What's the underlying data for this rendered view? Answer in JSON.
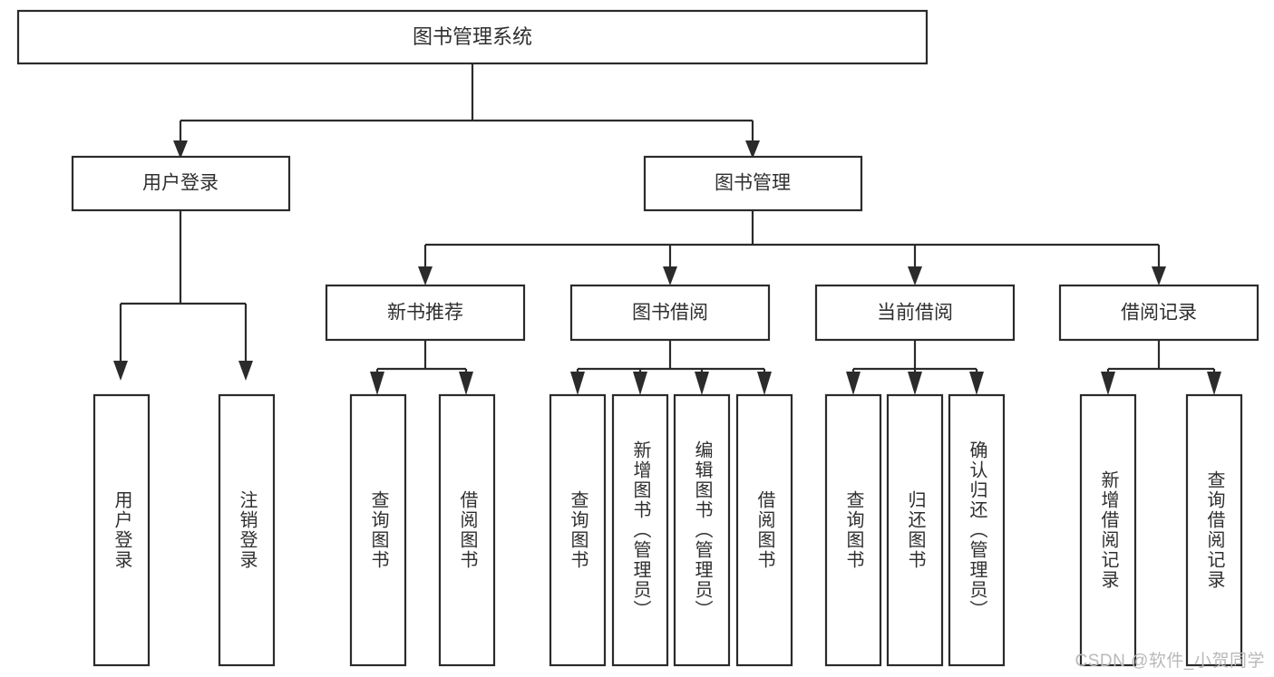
{
  "diagram": {
    "type": "tree-hierarchy-chart",
    "title": "图书管理系统",
    "watermark": "CSDN @软件_小贺同学",
    "colors": {
      "stroke": "#2b2b2b",
      "box_fill": "#ffffff",
      "text": "#2f2f2f",
      "background": "#ffffff",
      "watermark": "#b9b9b9"
    },
    "root": {
      "label": "图书管理系统"
    },
    "level2": [
      {
        "id": "user-login",
        "label": "用户登录"
      },
      {
        "id": "book-manage",
        "label": "图书管理"
      }
    ],
    "level3": [
      {
        "id": "new-book-recommend",
        "label": "新书推荐",
        "parent": "book-manage"
      },
      {
        "id": "book-borrow",
        "label": "图书借阅",
        "parent": "book-manage"
      },
      {
        "id": "current-borrow",
        "label": "当前借阅",
        "parent": "book-manage"
      },
      {
        "id": "borrow-record",
        "label": "借阅记录",
        "parent": "book-manage"
      }
    ],
    "leaves": {
      "user_login": [
        {
          "id": "leaf-user-login",
          "label": "用户登录"
        },
        {
          "id": "leaf-logout",
          "label": "注销登录"
        }
      ],
      "new_book_recommend": [
        {
          "id": "leaf-query-book-1",
          "label": "查询图书"
        },
        {
          "id": "leaf-borrow-book-1",
          "label": "借阅图书"
        }
      ],
      "book_borrow": [
        {
          "id": "leaf-query-book-2",
          "label": "查询图书"
        },
        {
          "id": "leaf-add-book",
          "label": "新增图书（管理员）"
        },
        {
          "id": "leaf-edit-book",
          "label": "编辑图书（管理员）"
        },
        {
          "id": "leaf-borrow-book-2",
          "label": "借阅图书"
        }
      ],
      "current_borrow": [
        {
          "id": "leaf-query-book-3",
          "label": "查询图书"
        },
        {
          "id": "leaf-return-book",
          "label": "归还图书"
        },
        {
          "id": "leaf-confirm-return",
          "label": "确认归还（管理员）"
        }
      ],
      "borrow_record": [
        {
          "id": "leaf-add-record",
          "label": "新增借阅记录"
        },
        {
          "id": "leaf-query-record",
          "label": "查询借阅记录"
        }
      ]
    }
  }
}
